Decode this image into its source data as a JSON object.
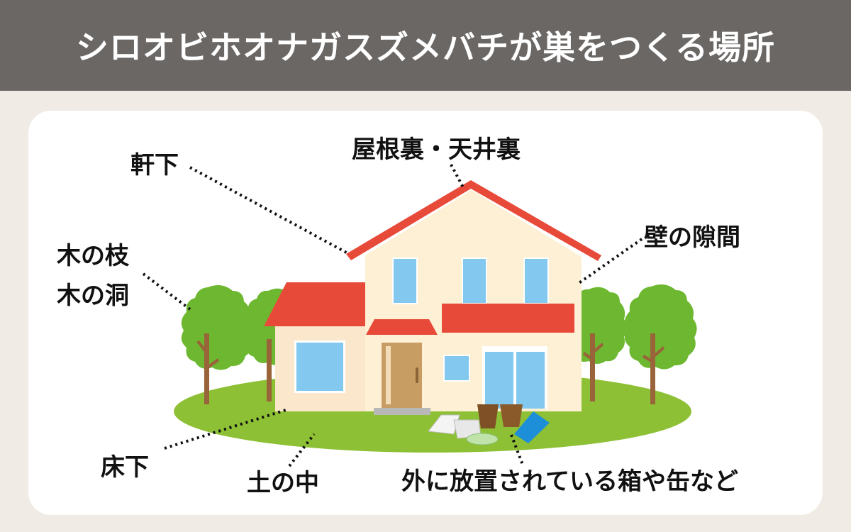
{
  "header": {
    "title": "シロオビホオナガスズメバチが巣をつくる場所"
  },
  "colors": {
    "header_bg": "#6b6765",
    "page_bg": "#f0ece5",
    "card_bg": "#ffffff",
    "roof": "#e84a3a",
    "wall": "#fdf0d5",
    "window": "#82c8ef",
    "grass": "#8dc034",
    "tree": "#6db830",
    "trunk": "#99643a",
    "door": "#c89d64"
  },
  "labels": {
    "eaves": "軒下",
    "attic": "屋根裏・天井裏",
    "wall_gap": "壁の隙間",
    "tree_branch": "木の枝",
    "tree_hollow": "木の洞",
    "under_floor": "床下",
    "underground": "土の中",
    "outside_items": "外に放置されている箱や缶など"
  }
}
